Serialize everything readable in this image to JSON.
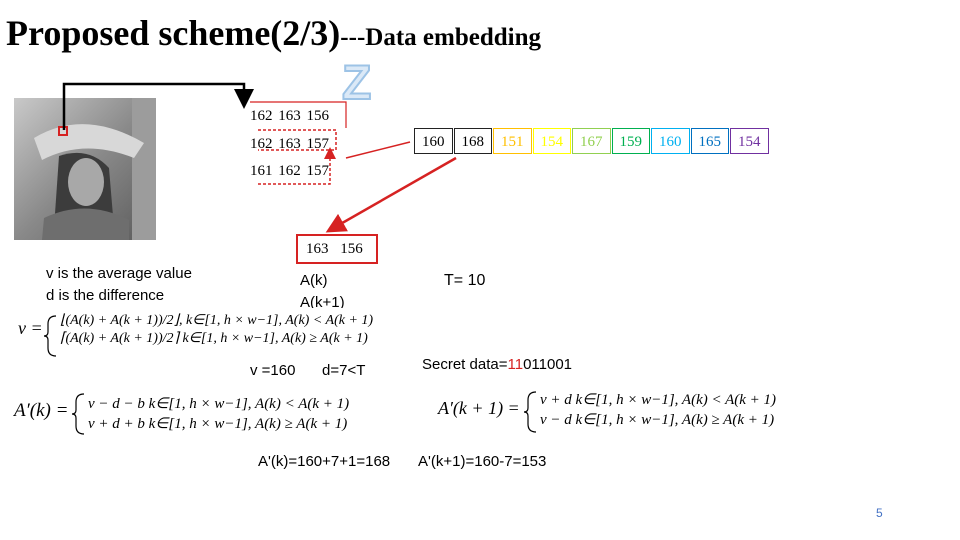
{
  "title": {
    "main": "Proposed scheme(2/3)",
    "suffix": "---Data embedding"
  },
  "z_label": "Z",
  "pixel_grid": {
    "rows": [
      [
        "162",
        "163",
        "156"
      ],
      [
        "162",
        "163",
        "157"
      ],
      [
        "161",
        "162",
        "157"
      ]
    ]
  },
  "zigzag_sequence": {
    "cells": [
      {
        "value": "160",
        "color": "#000000",
        "border": ""
      },
      {
        "value": "168",
        "color": "#000000",
        "border": ""
      },
      {
        "value": "151",
        "color": "#ffc000",
        "border": "#ffc000"
      },
      {
        "value": "154",
        "color": "#ffff00",
        "border": "#ffff00"
      },
      {
        "value": "167",
        "color": "#92d050",
        "border": "#92d050"
      },
      {
        "value": "159",
        "color": "#00b050",
        "border": "#00b050"
      },
      {
        "value": "160",
        "color": "#00b0f0",
        "border": "#00b0f0"
      },
      {
        "value": "165",
        "color": "#0070c0",
        "border": "#0070c0"
      },
      {
        "value": "154",
        "color": "#7030a0",
        "border": "#7030a0"
      }
    ]
  },
  "pair": {
    "values": "163 156"
  },
  "labels": {
    "ak": "A(k)",
    "ak1": "A(k+1)"
  },
  "threshold": "T= 10",
  "definitions": {
    "v": "v is the average value",
    "d": "d is the difference"
  },
  "calc": {
    "v": "v =160",
    "d": "d=7<T"
  },
  "secret": {
    "prefix": "Secret data=",
    "highlight": "11",
    "rest": "011001"
  },
  "formulas": {
    "v_cases": [
      "⌊(A(k) + A(k + 1))/2⌋,  k∈[1, h × w−1], A(k) < A(k + 1)",
      "⌈(A(k) + A(k + 1))/2⌉  k∈[1, h × w−1], A(k) ≥ A(k + 1)"
    ],
    "ak_cases": [
      "v − d − b      k∈[1, h × w−1], A(k) < A(k + 1)",
      "v + d + b   k∈[1, h × w−1], A(k) ≥ A(k + 1)"
    ],
    "ak1_cases": [
      "v + d      k∈[1, h × w−1], A(k) < A(k + 1)",
      "v − d      k∈[1, h × w−1], A(k) ≥ A(k + 1)"
    ]
  },
  "results": {
    "ak": "A'(k)=160+7+1=168",
    "ak1": "A'(k+1)=160-7=153"
  },
  "page_number": "5",
  "colors": {
    "arrow_red": "#d62222",
    "page_number": "#4472c4"
  }
}
